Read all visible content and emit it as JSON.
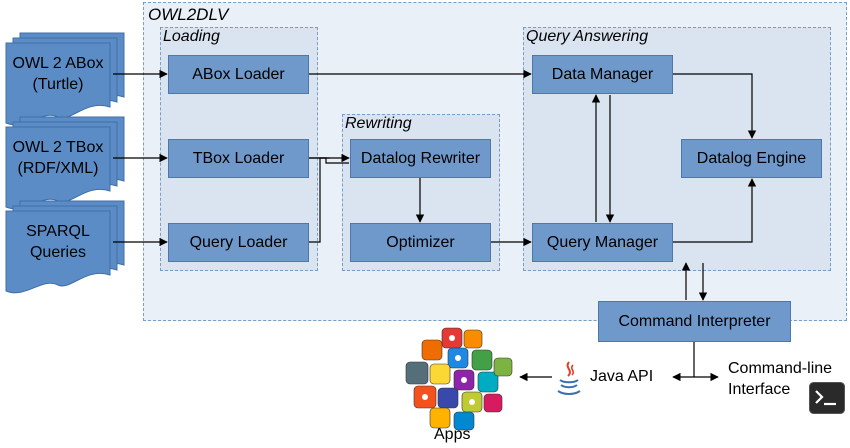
{
  "title": "OWL2DLV",
  "groups": {
    "loading": "Loading",
    "rewriting": "Rewriting",
    "query_answering": "Query Answering"
  },
  "inputs": {
    "abox": "OWL 2 ABox\n(Turtle)",
    "tbox": "OWL 2 TBox\n(RDF/XML)",
    "sparql": "SPARQL\nQueries"
  },
  "boxes": {
    "abox_loader": "ABox Loader",
    "tbox_loader": "TBox Loader",
    "query_loader": "Query Loader",
    "datalog_rewriter": "Datalog Rewriter",
    "optimizer": "Optimizer",
    "data_manager": "Data Manager",
    "query_manager": "Query Manager",
    "datalog_engine": "Datalog Engine",
    "command_interpreter": "Command Interpreter"
  },
  "interfaces": {
    "java_api": "Java API",
    "cli": "Command-line\nInterface",
    "apps": "Apps"
  },
  "colors": {
    "box_fill": "#6f98cb",
    "group_fill": "#dae4f0",
    "outer_fill": "#eaf0f8",
    "doc_fill": "#5b8cc6"
  },
  "icons": [
    "document-stack-icon",
    "java-icon",
    "terminal-icon",
    "apps-cluster-icon"
  ]
}
